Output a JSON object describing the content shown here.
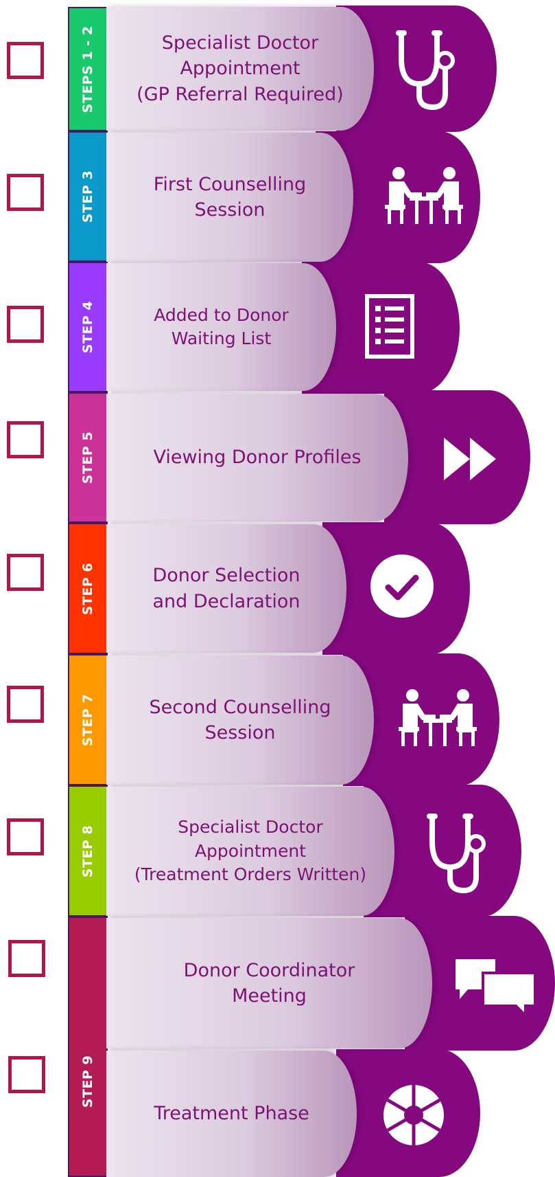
{
  "colors": {
    "checkbox_border": "#b0154e",
    "tab_purple": "#85087f",
    "label_text": "#7d1273",
    "step_bands": [
      "#19c96b",
      "#0a99c9",
      "#9a3cff",
      "#cc3399",
      "#ff3300",
      "#ff9900",
      "#99cc00",
      "#b41c54"
    ]
  },
  "bands": [
    {
      "label": "STEPS 1 - 2",
      "color": "#19c96b"
    },
    {
      "label": "STEP 3",
      "color": "#0a99c9"
    },
    {
      "label": "STEP 4",
      "color": "#9a3cff"
    },
    {
      "label": "STEP 5",
      "color": "#cc3399"
    },
    {
      "label": "STEP 6",
      "color": "#ff3300"
    },
    {
      "label": "STEP 7",
      "color": "#ff9900"
    },
    {
      "label": "STEP 8",
      "color": "#99cc00"
    },
    {
      "label": "STEP 9",
      "color": "#b41c54"
    }
  ],
  "steps": [
    {
      "label": "Specialist Doctor\nAppointment\n(GP Referral Required)",
      "icon": "stethoscope-icon",
      "checked": false
    },
    {
      "label": "First Counselling\nSession",
      "icon": "counselling-meeting-icon",
      "checked": false
    },
    {
      "label": "Added to Donor\nWaiting List",
      "icon": "checklist-icon",
      "checked": false
    },
    {
      "label": "Viewing Donor Profiles",
      "icon": "fast-forward-icon",
      "checked": false
    },
    {
      "label": "Donor Selection\nand Declaration",
      "icon": "check-circle-icon",
      "checked": false
    },
    {
      "label": "Second Counselling\nSession",
      "icon": "counselling-meeting-icon",
      "checked": false
    },
    {
      "label": "Specialist Doctor\nAppointment\n(Treatment Orders Written)",
      "icon": "stethoscope-icon",
      "checked": false
    },
    {
      "label": "Donor Coordinator\nMeeting",
      "icon": "chat-bubbles-icon",
      "checked": false
    },
    {
      "label": "Treatment Phase",
      "icon": "aperture-icon",
      "checked": false
    }
  ]
}
